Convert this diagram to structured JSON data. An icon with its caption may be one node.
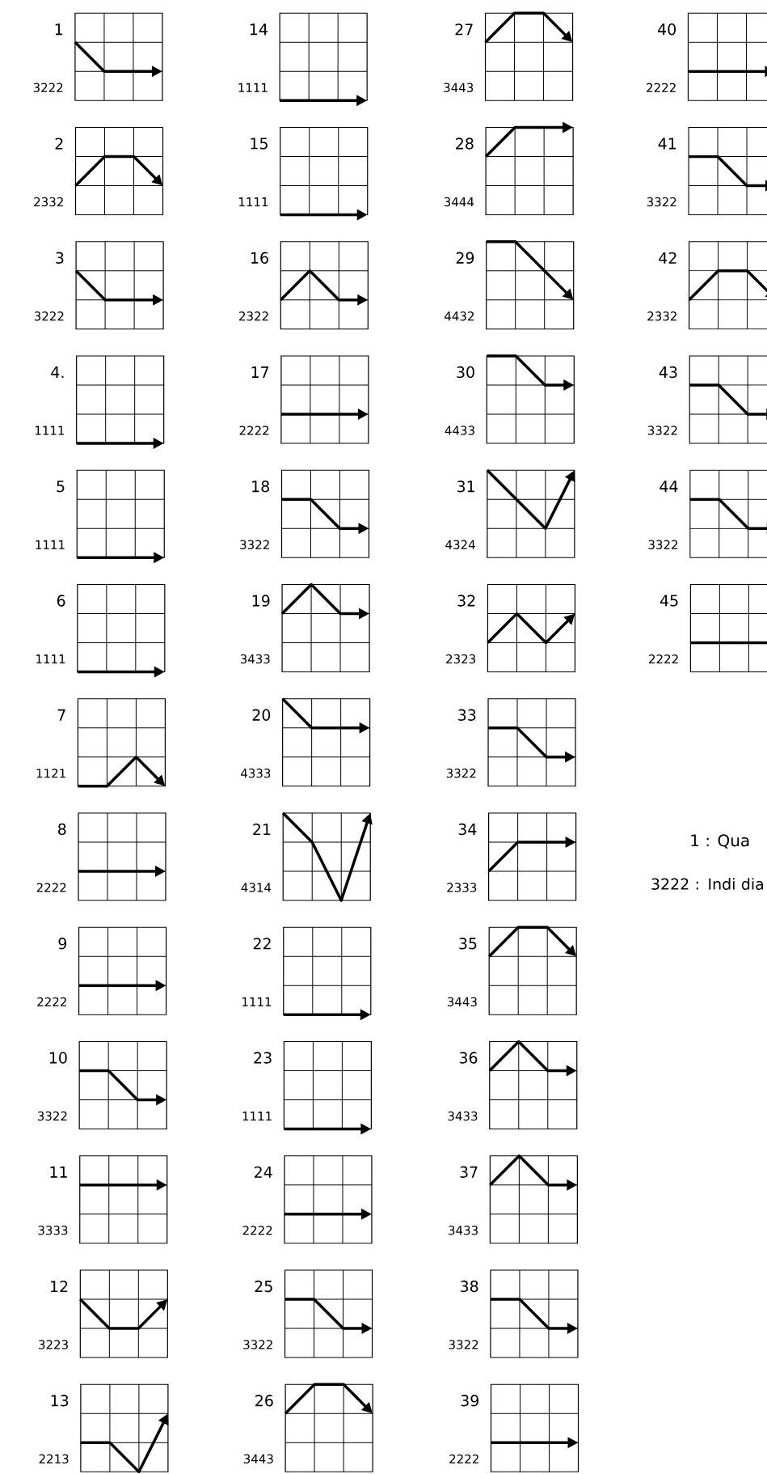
{
  "diagram": {
    "labels": [
      "1",
      "3222",
      "2",
      "2332",
      "3",
      "3222",
      "4.",
      "1111",
      "5",
      "1111",
      "6",
      "1111",
      "7",
      "1121",
      "8",
      "2222",
      "9",
      "2222",
      "10",
      "3322",
      "11",
      "3333",
      "12",
      "3223",
      "13",
      "2213",
      "14",
      "1111",
      "15",
      "1111",
      "16",
      "2322",
      "17",
      "2222",
      "18",
      "3322",
      "19",
      "3433",
      "20",
      "4333",
      "21",
      "4314",
      "22",
      "1111",
      "23",
      "1111",
      "24",
      "2222",
      "25",
      "3322",
      "26",
      "3443",
      "27",
      "3443",
      "28",
      "3444",
      "29",
      "4432",
      "30",
      "4433",
      "31",
      "4324",
      "32",
      "2323",
      "33",
      "3322",
      "34",
      "2333",
      "35",
      "3443",
      "36",
      "3433",
      "37",
      "3433",
      "38",
      "3322",
      "39",
      "2222",
      "40",
      "2222",
      "41",
      "3322",
      "42",
      "2332",
      "43",
      "3322",
      "44",
      "3322",
      "45",
      "2222",
      "1 : Qua",
      "3222 : Indi dia"
    ]
  }
}
